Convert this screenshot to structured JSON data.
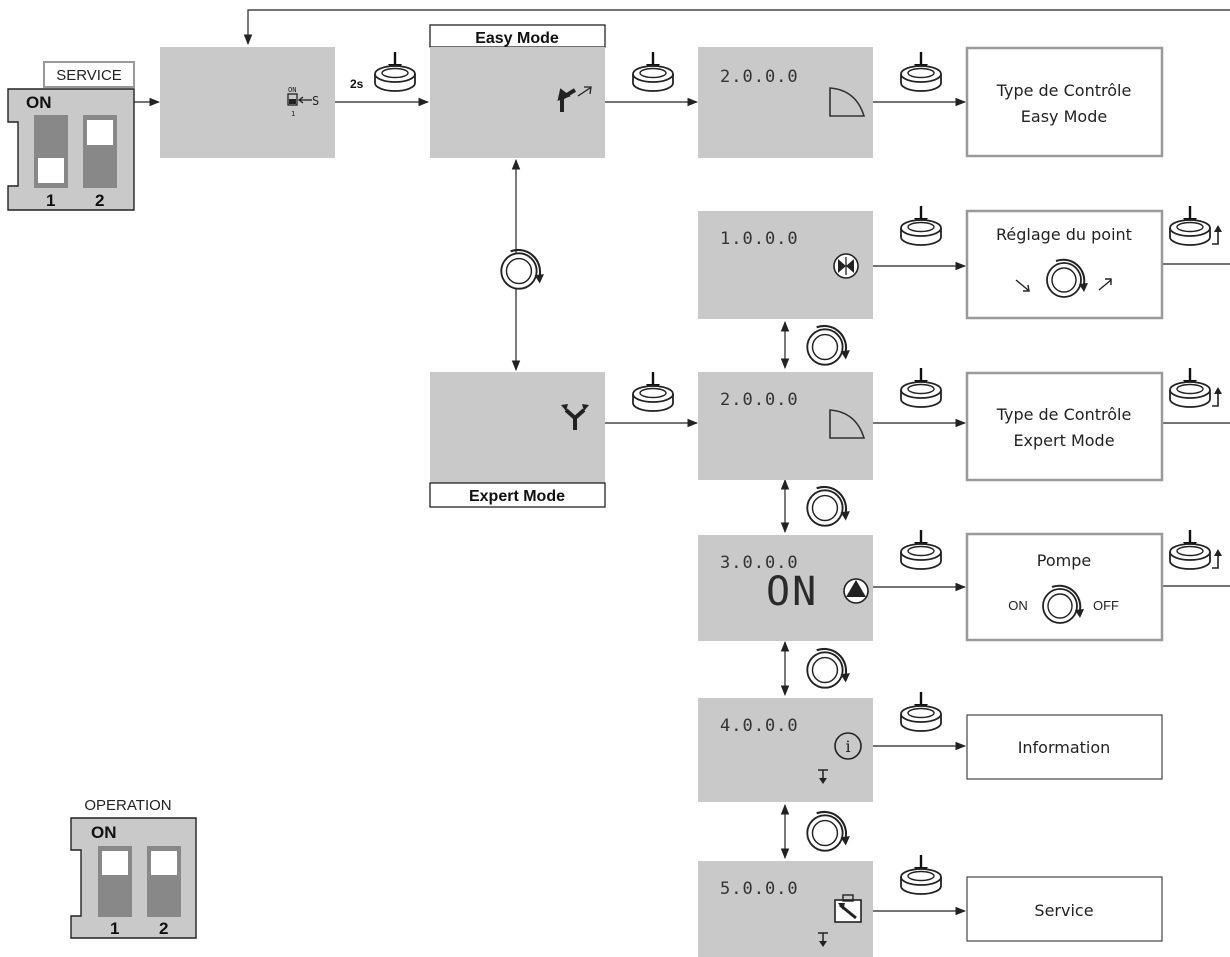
{
  "switches": {
    "service": {
      "title": "SERVICE",
      "on_label": "ON",
      "num1": "1",
      "num2": "2"
    },
    "operation": {
      "title": "OPERATION",
      "on_label": "ON",
      "num1": "1",
      "num2": "2"
    }
  },
  "hold_label": "2s",
  "modes": {
    "easy": "Easy Mode",
    "expert": "Expert Mode"
  },
  "displays": {
    "easy_200": "2.0.0.0",
    "m_100": "1.0.0.0",
    "m_200": "2.0.0.0",
    "m_300": "3.0.0.0",
    "m_300_big": "ON",
    "m_400": "4.0.0.0",
    "m_500": "5.0.0.0"
  },
  "results": {
    "easy_control": [
      "Type de Contrôle",
      "Easy Mode"
    ],
    "setpoint": "Réglage du point",
    "expert_control": [
      "Type de Contrôle",
      "Expert Mode"
    ],
    "pump": {
      "title": "Pompe",
      "on": "ON",
      "off": "OFF"
    },
    "information": "Information",
    "service": "Service"
  },
  "icons": [
    "press-button-icon",
    "rotary-knob-icon",
    "control-curve-icon",
    "setpoint-icon",
    "pump-icon",
    "info-icon",
    "service-wrench-icon",
    "easy-mode-icon",
    "expert-mode-icon",
    "dip-switch-icon"
  ]
}
